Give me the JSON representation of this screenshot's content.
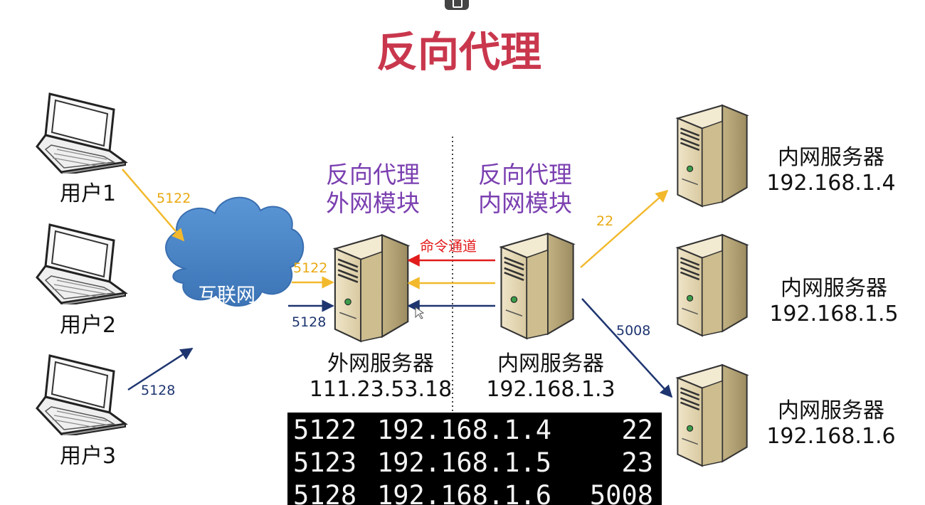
{
  "title": "反向代理",
  "colors": {
    "title": "#c9374d",
    "module": "#7a3fb0",
    "yellow": "#f2b92c",
    "navy": "#1e3570",
    "red": "#e21b1b",
    "cloud": "#4a86c8",
    "divider": "#444444"
  },
  "users": [
    {
      "label": "用户1"
    },
    {
      "label": "用户2"
    },
    {
      "label": "用户3"
    }
  ],
  "cloud": {
    "label": "互联网"
  },
  "outer_module": {
    "line1": "反向代理",
    "line2": "外网模块"
  },
  "inner_module": {
    "line1": "反向代理",
    "line2": "内网模块"
  },
  "outer_server": {
    "name": "外网服务器",
    "ip": "111.23.53.18"
  },
  "inner_server": {
    "name": "内网服务器",
    "ip": "192.168.1.3"
  },
  "inner_servers": [
    {
      "name": "内网服务器",
      "ip": "192.168.1.4"
    },
    {
      "name": "内网服务器",
      "ip": "192.168.1.5"
    },
    {
      "name": "内网服务器",
      "ip": "192.168.1.6"
    }
  ],
  "ports": {
    "user1_link": "5122",
    "user3_link": "5128",
    "cloud_in_yellow": "5122",
    "cloud_in_navy": "5128",
    "to_server4": "22",
    "to_server6": "5008"
  },
  "command_channel": "命令通道",
  "mapping_table": [
    {
      "ext_port": "5122",
      "ip": "192.168.1.4",
      "port": "22"
    },
    {
      "ext_port": "5123",
      "ip": "192.168.1.5",
      "port": "23"
    },
    {
      "ext_port": "5128",
      "ip": "192.168.1.6",
      "port": "5008"
    }
  ]
}
